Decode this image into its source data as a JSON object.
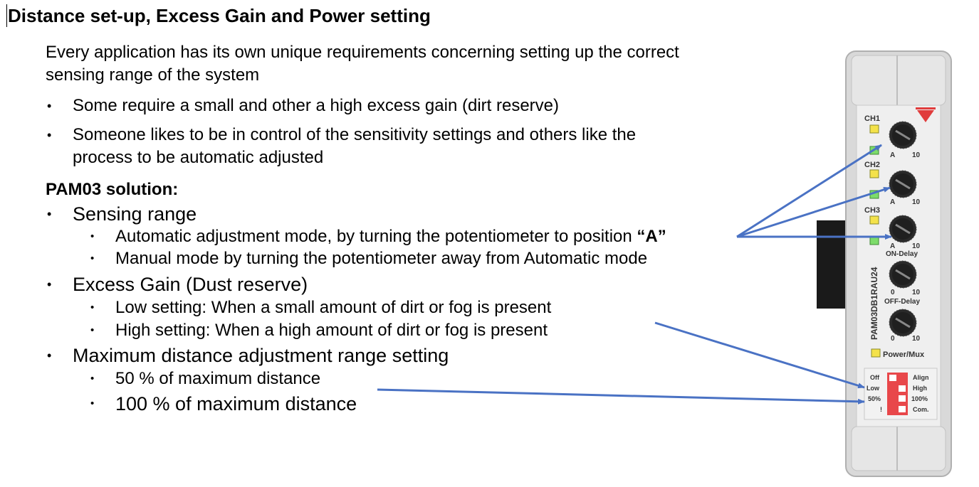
{
  "title": "Distance set-up, Excess Gain and Power setting",
  "intro": [
    "Every application has its own unique requirements concerning setting up the correct",
    "sensing range of the system"
  ],
  "bullets_top": [
    {
      "lines": [
        "Some require a small and other a high excess gain (dirt reserve)"
      ]
    },
    {
      "lines": [
        "Someone likes to be in control of the sensitivity settings and others like the",
        "process to be automatic adjusted"
      ]
    }
  ],
  "solution_heading": "PAM03 solution:",
  "sections": [
    {
      "label": "Sensing range",
      "items": [
        "Automatic adjustment mode, by turning the potentiometer to position",
        "Manual mode by turning the potentiometer away from Automatic mode"
      ],
      "emphasis": "“A”"
    },
    {
      "label": "Excess Gain (Dust reserve)",
      "items": [
        "Low setting: When a small amount of dirt or fog is present",
        "High setting: When a high amount of dirt or fog is present"
      ]
    },
    {
      "label": "Maximum distance adjustment range setting",
      "items": [
        "50 % of maximum distance",
        "100 % of maximum distance"
      ]
    }
  ],
  "bullet_char": "•",
  "device": {
    "model": "PAM03DB1RAU24",
    "channels": [
      "CH1",
      "CH2",
      "CH3"
    ],
    "pot_labels": [
      "A",
      "10"
    ],
    "on_delay": "ON-Delay",
    "off_delay": "OFF-Delay",
    "delay_scale": [
      "0",
      "10"
    ],
    "power_label": "Power/Mux",
    "dip_left": [
      "Off",
      "Low",
      "50%",
      "!"
    ],
    "dip_right": [
      "Align",
      "High",
      "100%",
      "Com."
    ]
  },
  "colors": {
    "arrow": "#4a72c4",
    "led_yellow": "#f4e24a",
    "led_green": "#7ddc6a",
    "dip_red": "#e8474a",
    "logo_red": "#e03c3c"
  }
}
